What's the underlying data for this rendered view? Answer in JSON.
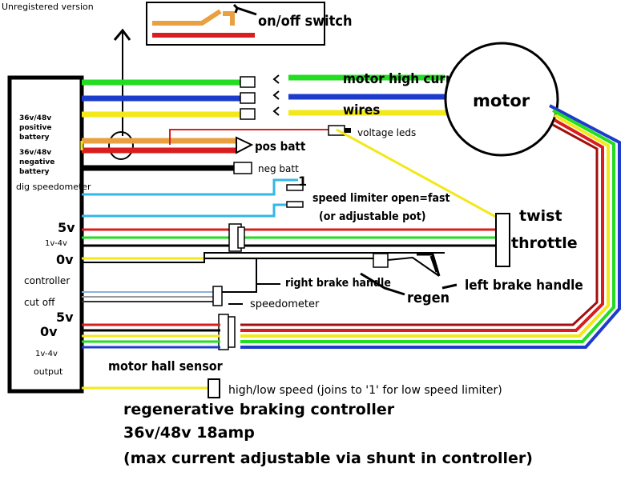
{
  "watermark": "Unregistered version",
  "switch_label": "on/off switch",
  "motor_label": "motor",
  "motor_wire_labels": [
    "motor high current",
    "wires"
  ],
  "controller_labels": {
    "pos_battery": [
      "36v/48v",
      "positive",
      "battery"
    ],
    "neg_battery": [
      "36v/48v",
      "negative",
      "battery"
    ],
    "dig_speedometer": "dig speedometer",
    "five_v_top": "5v",
    "one_to_four_top": "1v-4v",
    "zero_v_top": "0v",
    "controller": "controller",
    "cut_off": "cut off",
    "five_v_bottom": "5v",
    "zero_v_bottom": "0v",
    "one_to_four_bottom": "1v-4v",
    "output": "output"
  },
  "wire_labels": {
    "pos_batt": "pos batt",
    "neg_batt": "neg batt",
    "voltage_leds": "voltage leds",
    "speed_limiter_num": "1",
    "speed_limiter_line1": "speed limiter open=fast",
    "speed_limiter_line2": "(or adjustable pot)",
    "twist": "twist",
    "throttle": "throttle",
    "right_brake": "right brake handle",
    "left_brake": "left brake handle",
    "regen": "regen",
    "speedometer": "speedometer",
    "motor_hall_sensor": "motor hall sensor",
    "high_low_speed": "high/low speed (joins to '1' for low speed limiter)"
  },
  "title_lines": [
    "regenerative braking controller",
    "36v/48v 18amp",
    "(max current adjustable via shunt in controller)"
  ],
  "colors": {
    "green": "#22dd22",
    "blue": "#1e3ccc",
    "yellow": "#f2e81a",
    "orange": "#e8a040",
    "red": "#d81e1e",
    "black": "#000000",
    "light_blue": "#33b7e6",
    "dark_red": "#a01010"
  }
}
